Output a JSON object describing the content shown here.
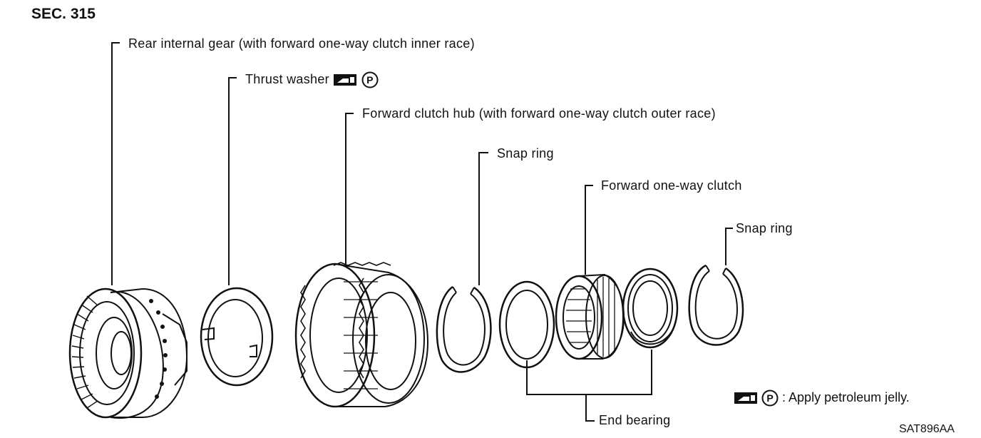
{
  "section": "SEC. 315",
  "figure_code": "SAT896AA",
  "labels": {
    "rear_internal_gear": "Rear internal gear (with forward one-way clutch inner race)",
    "thrust_washer": "Thrust washer",
    "forward_clutch_hub": "Forward clutch hub (with forward one-way clutch outer race)",
    "snap_ring_1": "Snap ring",
    "forward_one_way_clutch": "Forward one-way clutch",
    "snap_ring_2": "Snap ring",
    "end_bearing": "End bearing"
  },
  "legend": {
    "text": ": Apply petroleum jelly.",
    "symbol_letter": "P"
  },
  "icons": {
    "jelly": "petroleum-jelly-icon",
    "p_circle": "p-circle-icon"
  }
}
